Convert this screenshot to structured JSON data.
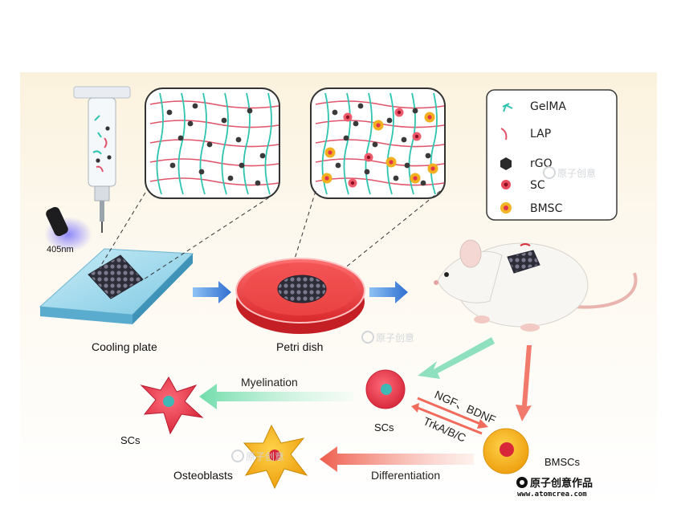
{
  "legend": {
    "gelma": "GelMA",
    "lap": "LAP",
    "rgo": "rGO",
    "sc": "SC",
    "bmsc": "BMSC"
  },
  "labels": {
    "uv": "405nm",
    "cooling_plate": "Cooling plate",
    "petri_dish": "Petri dish",
    "scs_left": "SCs",
    "scs_center": "SCs",
    "osteoblasts": "Osteoblasts",
    "bmscs": "BMSCs"
  },
  "arrows": {
    "myelination": "Myelination",
    "growth_factors": "NGF、BDNF",
    "receptors": "TrkA/B/C",
    "differentiation": "Differentiation"
  },
  "watermark": "原子创意",
  "brand": {
    "name": "原子创意作品",
    "url": "www.atomcrea.com"
  },
  "colors": {
    "gelma": "#2fc4b0",
    "lap": "#e0556a",
    "rgo": "#3a3a3a",
    "sc": "#e0344a",
    "bmsc": "#f2b01e",
    "flow_arrow": "#3b7fd6",
    "green_arrow": "#7fe0b4",
    "red_arrow": "#f07a6a"
  }
}
